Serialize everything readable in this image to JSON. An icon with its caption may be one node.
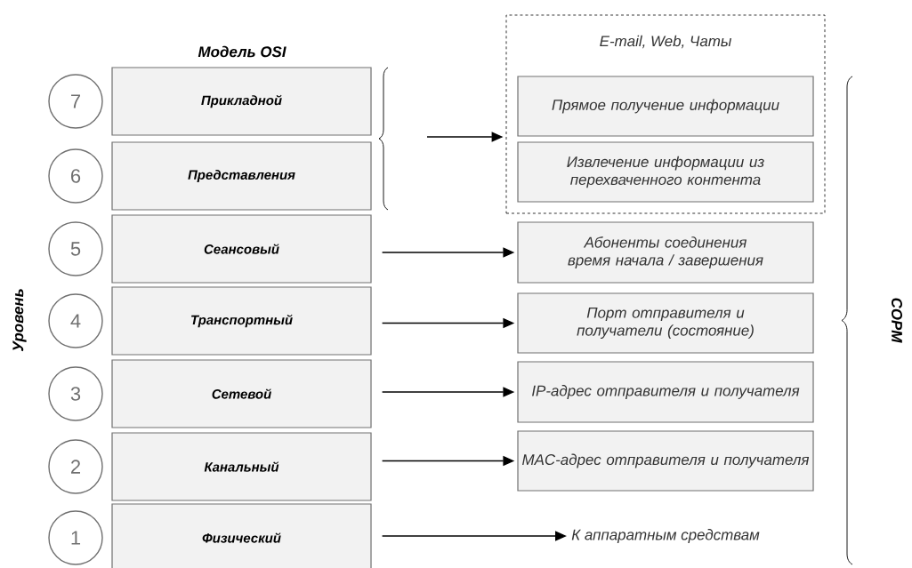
{
  "diagram": {
    "nodes": [
      {
        "text": [
          "7"
        ]
      },
      {
        "text": [
          "Прикладной"
        ]
      },
      {
        "text": [
          "6"
        ]
      },
      {
        "text": [
          "Представления"
        ]
      },
      {
        "text": [
          "5"
        ]
      },
      {
        "text": [
          "Сеансовый"
        ]
      },
      {
        "text": [
          "4"
        ]
      },
      {
        "text": [
          "Транспортный"
        ]
      },
      {
        "text": [
          "3"
        ]
      },
      {
        "text": [
          "Сетевой"
        ]
      },
      {
        "text": [
          "2"
        ]
      },
      {
        "text": [
          "Канальный"
        ]
      },
      {
        "text": [
          "1"
        ]
      },
      {
        "text": [
          "Физический"
        ]
      },
      {
        "text": [
          "E-mail, Web, Чаты"
        ]
      },
      {
        "text": [
          "Прямое получение информации"
        ],
        "in": 14
      },
      {
        "text": [
          "Извлечение информации из перехваченного контента"
        ],
        "in": 14
      },
      {
        "text": [
          "Абоненты соединения время начала / завершения"
        ]
      },
      {
        "text": [
          "Порт отправителя и получатели (состояние)"
        ]
      },
      {
        "text": [
          "IP-адрес отправителя и получателя"
        ]
      },
      {
        "text": [
          "MAC-адрес отправителя и получателя"
        ]
      },
      {
        "text": [
          "К аппаратным средствам"
        ]
      }
    ],
    "edges": [
      {
        "from": null,
        "to": 14,
        "arrow": "to"
      },
      {
        "from": 5,
        "to": 17,
        "arrow": "to"
      },
      {
        "from": 7,
        "to": 18,
        "arrow": "to"
      },
      {
        "from": 9,
        "to": 19,
        "arrow": "to"
      },
      {
        "from": 11,
        "to": 20,
        "arrow": "to"
      },
      {
        "from": 13,
        "to": 21,
        "arrow": "to"
      }
    ],
    "title": "Модель OSI",
    "labels": [
      "Уровень",
      "СОРМ"
    ]
  }
}
